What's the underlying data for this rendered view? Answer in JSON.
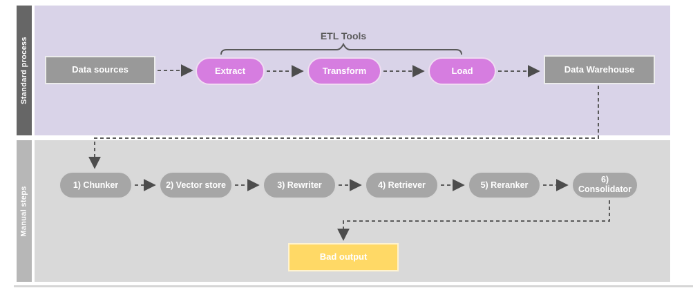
{
  "lanes": {
    "standard": {
      "label": "Standard process"
    },
    "manual": {
      "label": "Manual steps"
    }
  },
  "annotations": {
    "etl_brace_label": "ETL Tools"
  },
  "nodes": {
    "data_sources": {
      "label": "Data sources"
    },
    "extract": {
      "label": "Extract"
    },
    "transform": {
      "label": "Transform"
    },
    "load": {
      "label": "Load"
    },
    "data_warehouse": {
      "label": "Data Warehouse"
    },
    "chunker": {
      "label": "1) Chunker"
    },
    "vector_store": {
      "label": "2) Vector store"
    },
    "rewriter": {
      "label": "3) Rewriter"
    },
    "retriever": {
      "label": "4) Retriever"
    },
    "reranker": {
      "label": "5) Reranker"
    },
    "consolidator": {
      "label": "6) Consolidator"
    },
    "bad_output": {
      "label": "Bad output"
    }
  },
  "colors": {
    "lane_standard_bar": "#666666",
    "lane_standard_bg": "#d9d3e8",
    "lane_manual_bar": "#b7b7b7",
    "lane_manual_bg": "#d9d9d9",
    "gray_box": "#999999",
    "etl_pill": "#d67de0",
    "gray_pill": "#a6a6a6",
    "bad_output_box": "#ffd966",
    "connector": "#595959"
  }
}
